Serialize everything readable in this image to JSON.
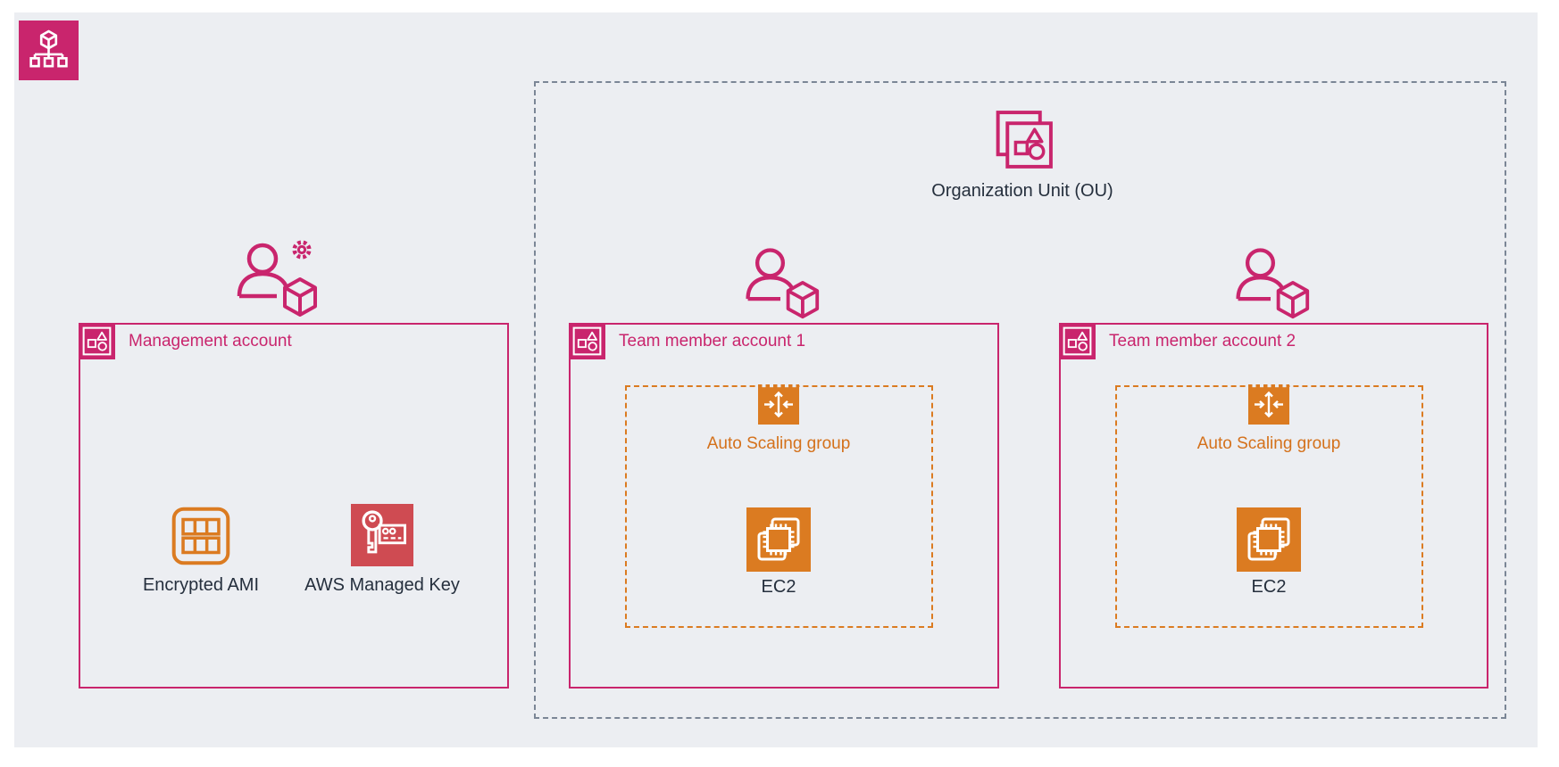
{
  "colors": {
    "canvas_bg": "#ECEEF2",
    "accent_pink": "#C9256D",
    "accent_orange": "#DB7B21",
    "accent_red": "#CF4B52",
    "text_navy": "#252F3D",
    "ou_border_gray": "#7B8696"
  },
  "icons": {
    "organizations": "aws-organizations-icon",
    "organization_unit": "organization-unit-icon",
    "account": "aws-account-icon",
    "admin_user": "user-gear-cube-icon",
    "member_user": "user-cube-icon",
    "auto_scaling": "auto-scaling-group-icon",
    "ec2": "ec2-icon",
    "encrypted_ami": "encrypted-ami-icon",
    "managed_key": "aws-managed-key-icon"
  },
  "ou": {
    "label": "Organization Unit (OU)"
  },
  "management_account": {
    "title": "Management account",
    "encrypted_ami_label": "Encrypted AMI",
    "managed_key_label": "AWS Managed Key"
  },
  "team_account_1": {
    "title": "Team member account 1",
    "auto_scaling_label": "Auto Scaling group",
    "ec2_label": "EC2"
  },
  "team_account_2": {
    "title": "Team member account 2",
    "auto_scaling_label": "Auto Scaling group",
    "ec2_label": "EC2"
  }
}
